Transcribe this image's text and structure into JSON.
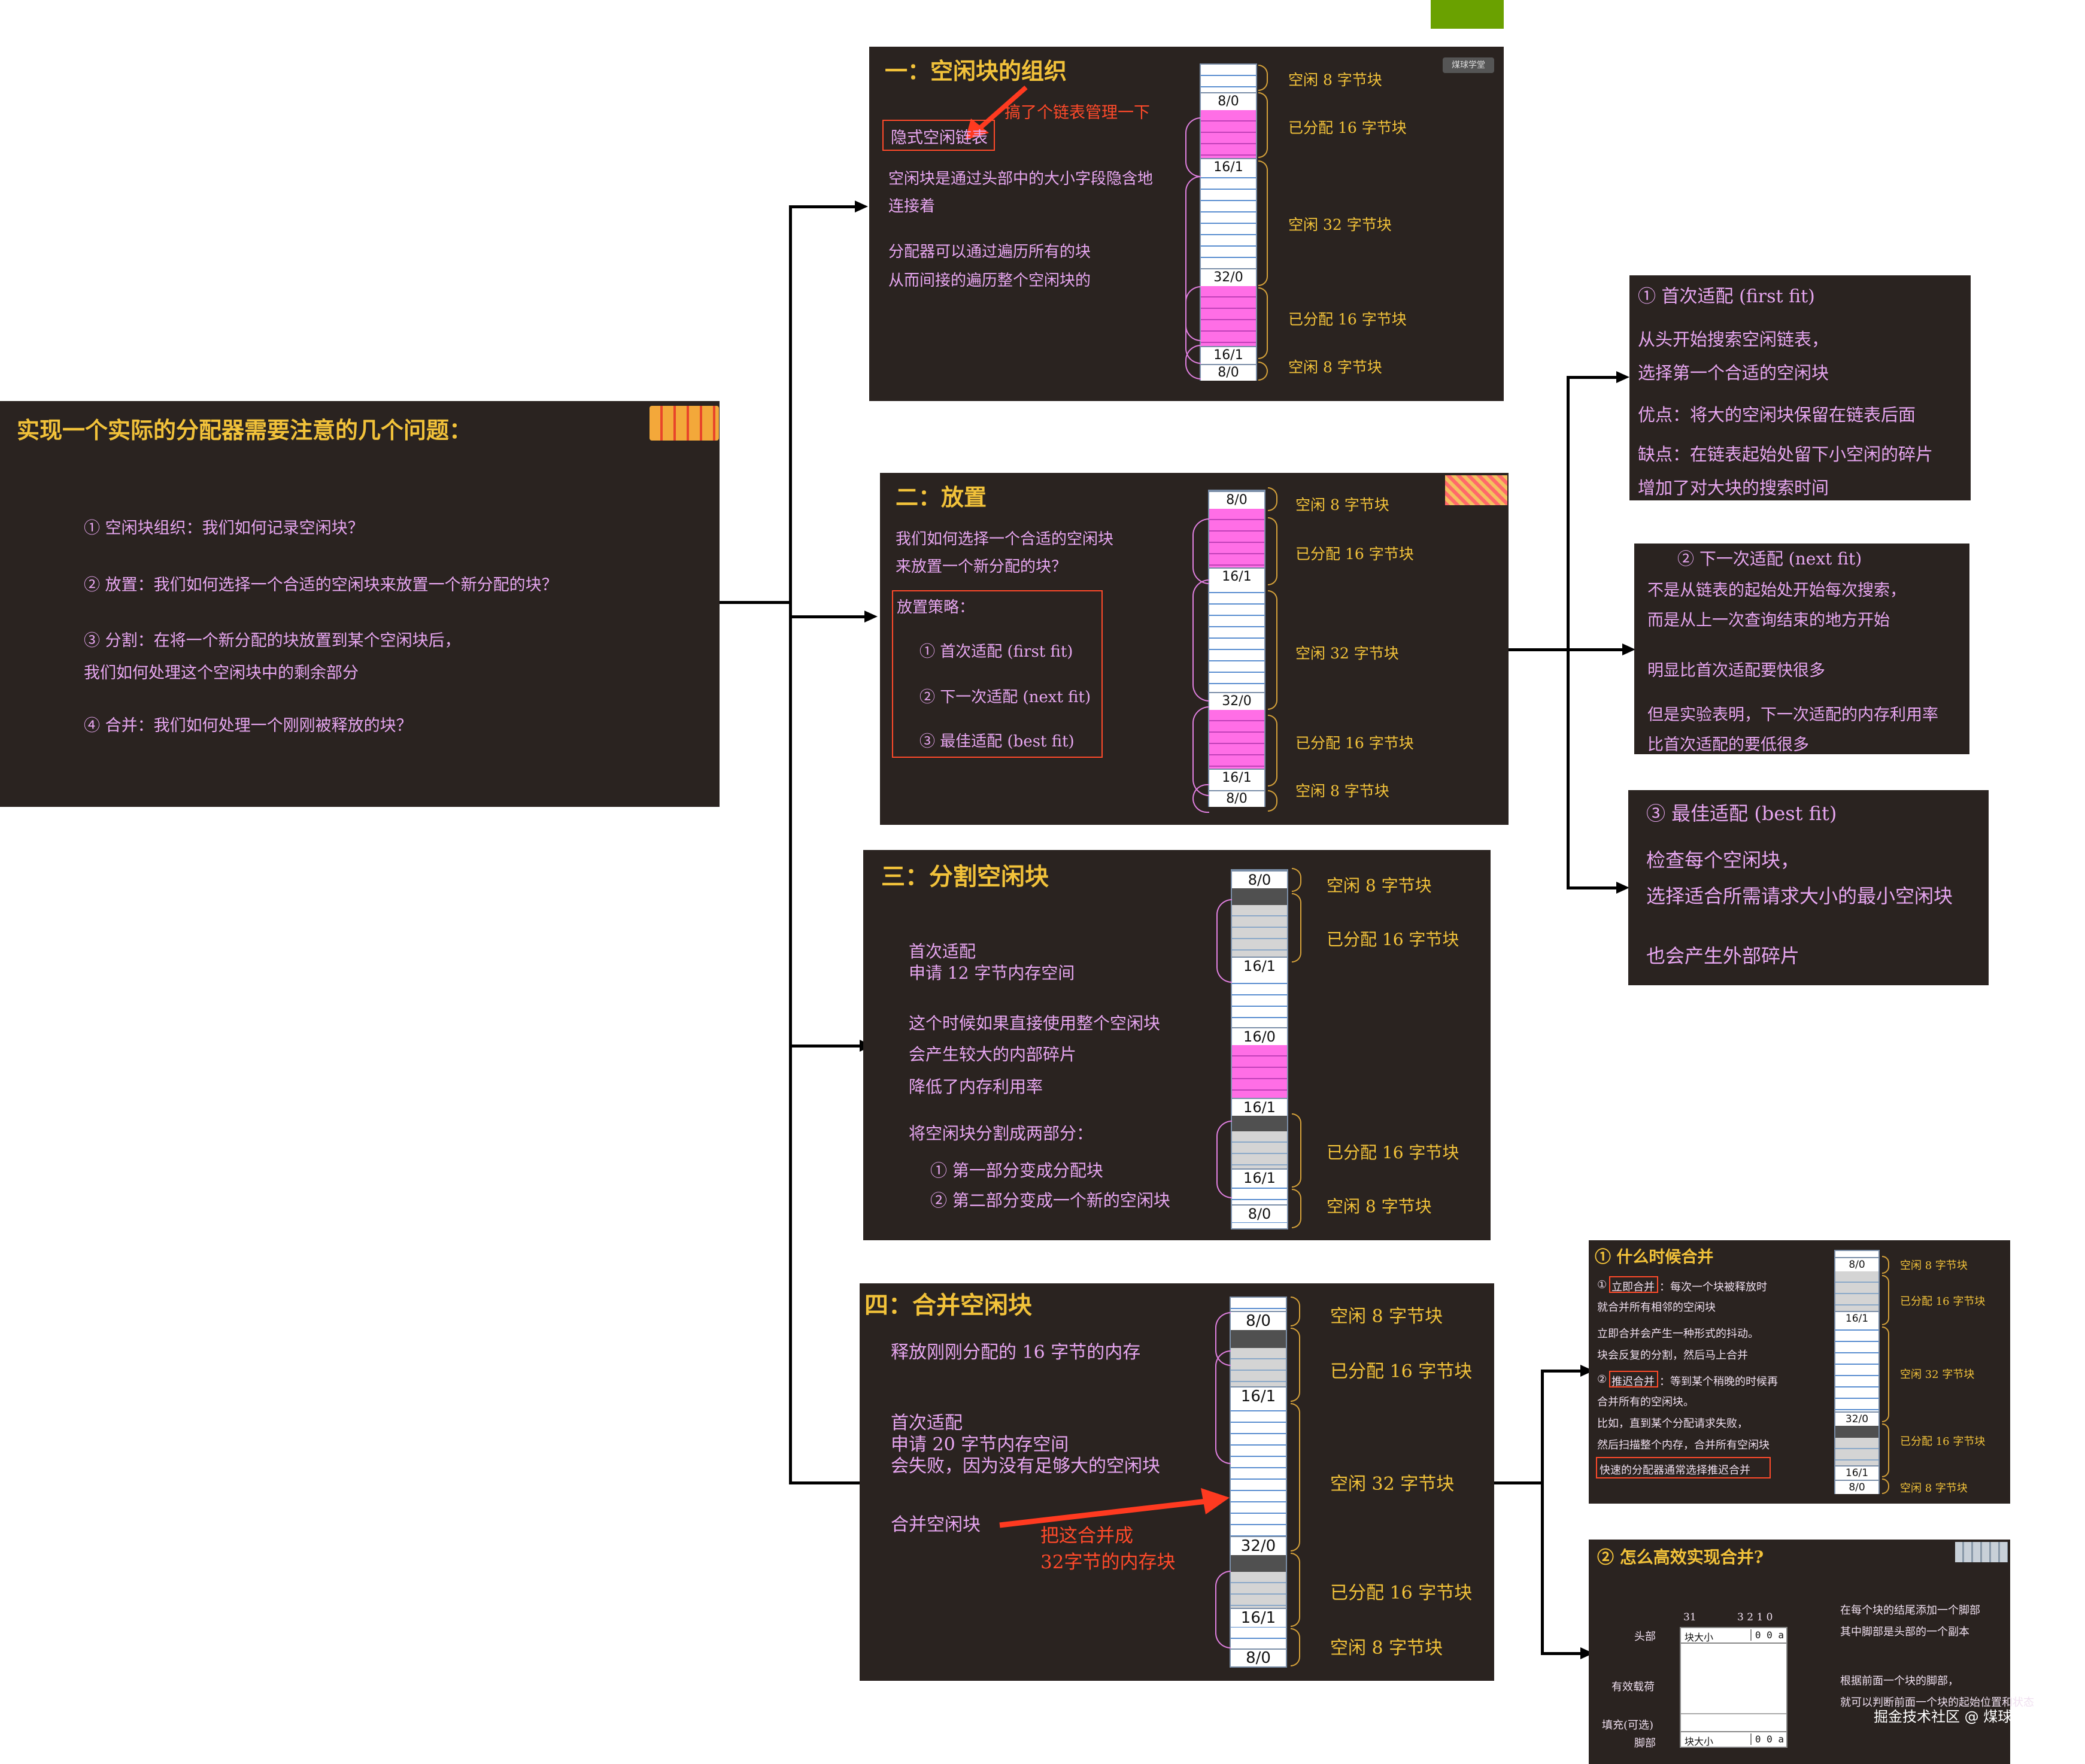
{
  "main": {
    "title": "实现一个实际的分配器需要注意的几个问题：",
    "items": [
      "① 空闲块组织：我们如何记录空闲块？",
      "② 放置：我们如何选择一个合适的空闲块来放置一个新分配的块？",
      "③ 分割：在将一个新分配的块放置到某个空闲块后，",
      "我们如何处理这个空闲块中的剩余部分",
      "④ 合并：我们如何处理一个刚刚被释放的块？"
    ]
  },
  "s1": {
    "title": "一：空闲块的组织",
    "annotation": "搞了个链表管理一下",
    "boxed": "隐式空闲链表",
    "p1a": "空闲块是通过头部中的大小字段隐含地",
    "p1b": "连接着",
    "p2a": "分配器可以通过遍历所有的块",
    "p2b": "从而间接的遍历整个空闲块的",
    "watermark": "煤球学堂",
    "blocks": [
      "8/0",
      "16/1",
      "32/0",
      "16/1",
      "8/0"
    ],
    "labels": [
      "空闲 8 字节块",
      "已分配 16 字节块",
      "空闲 32 字节块",
      "已分配 16 字节块",
      "空闲 8 字节块"
    ]
  },
  "s2": {
    "title": "二：放置",
    "q1": "我们如何选择一个合适的空闲块",
    "q2": "来放置一个新分配的块？",
    "strategy": "放置策略：",
    "opts": [
      "① 首次适配 (first fit)",
      "② 下一次适配 (next fit)",
      "③ 最佳适配 (best fit)"
    ],
    "blocks": [
      "8/0",
      "16/1",
      "32/0",
      "16/1",
      "8/0"
    ],
    "labels": [
      "空闲 8 字节块",
      "已分配 16 字节块",
      "空闲 32 字节块",
      "已分配 16 字节块",
      "空闲 8 字节块"
    ]
  },
  "ff": {
    "title": "① 首次适配 (first fit)",
    "l1": "从头开始搜索空闲链表，",
    "l2": "选择第一个合适的空闲块",
    "l3": "优点：将大的空闲块保留在链表后面",
    "l4": "缺点：在链表起始处留下小空闲的碎片",
    "l5": "增加了对大块的搜索时间"
  },
  "nf": {
    "title": "② 下一次适配 (next fit)",
    "l1": "不是从链表的起始处开始每次搜索，",
    "l2": "而是从上一次查询结束的地方开始",
    "l3": "明显比首次适配要快很多",
    "l4": "但是实验表明，下一次适配的内存利用率",
    "l5": "比首次适配的要低很多"
  },
  "bf": {
    "title": "③ 最佳适配 (best fit)",
    "l1": "检查每个空闲块，",
    "l2": "选择适合所需请求大小的最小空闲块",
    "l3": "也会产生外部碎片"
  },
  "s3": {
    "title": "三：分割空闲块",
    "a1": "首次适配",
    "a2": "申请 12 字节内存空间",
    "b1": "这个时候如果直接使用整个空闲块",
    "b2": "会产生较大的内部碎片",
    "b3": "降低了内存利用率",
    "c1": "将空闲块分割成两部分：",
    "c2": "① 第一部分变成分配块",
    "c3": "② 第二部分变成一个新的空闲块",
    "blocks": [
      "8/0",
      "16/1",
      "16/0",
      "16/1",
      "16/1",
      "8/0"
    ],
    "labels": [
      "空闲 8 字节块",
      "已分配 16 字节块",
      "已分配 16 字节块",
      "空闲 8 字节块"
    ]
  },
  "s4": {
    "title": "四：合并空闲块",
    "a1": "释放刚刚分配的 16 字节的内存",
    "b1": "首次适配",
    "b2": "申请 20 字节内存空间",
    "b3": "会失败，因为没有足够大的空闲块",
    "c1": "合并空闲块",
    "r1": "把这合并成",
    "r2": "32字节的内存块",
    "blocks": [
      "8/0",
      "16/1",
      "32/0",
      "16/1",
      "8/0"
    ],
    "labels": [
      "空闲 8 字节块",
      "已分配 16 字节块",
      "空闲 32 字节块",
      "已分配 16 字节块",
      "空闲 8 字节块"
    ]
  },
  "w1": {
    "title": "① 什么时候合并",
    "l1a": "①",
    "l1b": "立即合并",
    "l1c": "：每次一个块被释放时",
    "l2": "就合并所有相邻的空闲块",
    "l3": "立即合并会产生一种形式的抖动。",
    "l4": "块会反复的分割，然后马上合并",
    "l5a": "②",
    "l5b": "推迟合并",
    "l5c": "：等到某个稍晚的时候再",
    "l6": "合并所有的空闲块。",
    "l7": "比如，直到某个分配请求失败，",
    "l8": "然后扫描整个内存，合并所有空闲块",
    "l9": "快速的分配器通常选择推迟合并",
    "blocks": [
      "8/0",
      "16/1",
      "32/0",
      "16/1",
      "8/0"
    ],
    "labels": [
      "空闲 8 字节块",
      "已分配 16 字节块",
      "空闲 32 字节块",
      "已分配 16 字节块",
      "空闲 8 字节块"
    ]
  },
  "w2": {
    "title": "② 怎么高效实现合并?",
    "bits": "31",
    "bits2": "3 2 1 0",
    "head": "头部",
    "payload": "有效载荷",
    "pad": "填充(可选)",
    "foot": "脚部",
    "size": "块大小",
    "flags": "0 0 a",
    "n1": "在每个块的结尾添加一个脚部",
    "n2": "其中脚部是头部的一个副本",
    "n3": "根据前面一个块的脚部，",
    "n4": "就可以判断前面一个块的起始位置和状态",
    "credit": "掘金技术社区 @ 煤球王子"
  },
  "colors": {
    "accent": "#6aa100",
    "slide_bg": "#2a2320",
    "title": "#f2c23a",
    "text": "#e7a6f0",
    "alloc": "#ff6ee6",
    "red": "#ff4a2a"
  }
}
